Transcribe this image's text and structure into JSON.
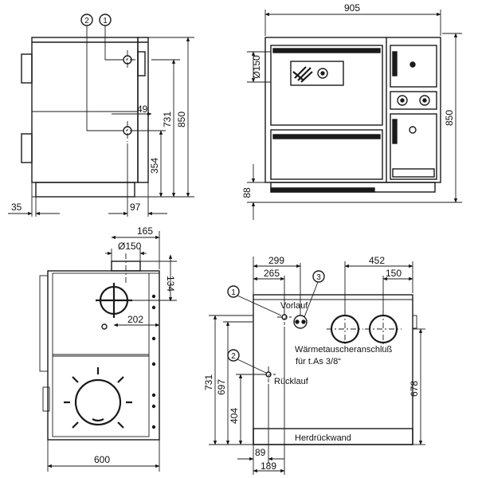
{
  "side_view": {
    "dimensions": {
      "depth_total": "35",
      "offset_97": "97",
      "spacing_49": "49",
      "height_731": "731",
      "height_850": "850",
      "height_354": "354"
    },
    "markers": {
      "m1": "1",
      "m2": "2"
    }
  },
  "front_view": {
    "dimensions": {
      "width": "905",
      "flue": "Ø150",
      "height": "850",
      "plinth": "88"
    }
  },
  "top_view": {
    "dimensions": {
      "offset_165": "165",
      "flue": "Ø150",
      "offset_134": "134",
      "offset_202": "202",
      "width_600": "600"
    }
  },
  "rear_view": {
    "dimensions": {
      "d299": "299",
      "d265": "265",
      "d452": "452",
      "d150": "150",
      "h731": "731",
      "h697": "697",
      "h404": "404",
      "h678": "678",
      "d89": "89",
      "d189": "189"
    },
    "markers": {
      "m1": "1",
      "m2": "2",
      "m3": "3"
    },
    "labels": {
      "vorlauf": "Vorlauf",
      "exchanger_line1": "Wärmetauscheranschluß",
      "exchanger_line2": "für t.As 3/8“",
      "ruecklauf": "Rücklauf",
      "rear_wall": "Herdrückwand"
    }
  }
}
